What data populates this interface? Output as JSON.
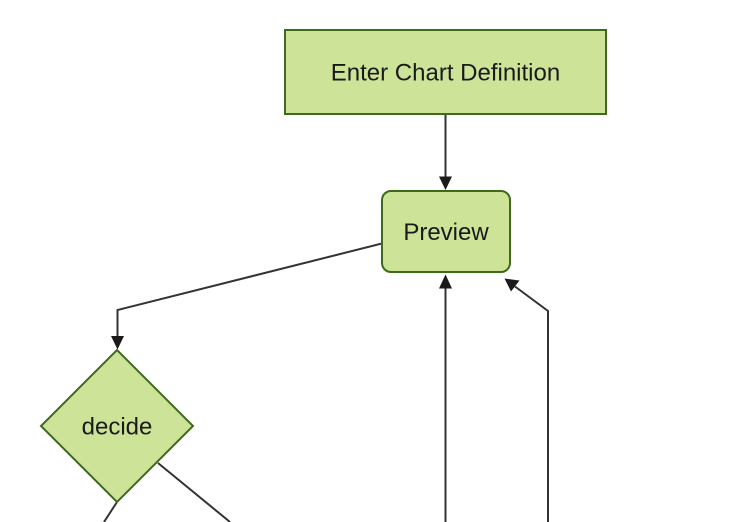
{
  "diagram": {
    "kind": "flowchart",
    "background": "#ffffff",
    "colors": {
      "node_fill": "#cde498",
      "node_border": "#3e6a1e",
      "edge_line": "#333333",
      "arrowhead": "#1a1a1a",
      "label_text": "#1a1a1a"
    },
    "nodes": [
      {
        "id": "enter-chart-definition",
        "label": "Enter Chart Definition",
        "shape": "rectangle"
      },
      {
        "id": "preview",
        "label": "Preview",
        "shape": "rounded-rectangle"
      },
      {
        "id": "decide",
        "label": "decide",
        "shape": "diamond"
      }
    ],
    "edges": [
      {
        "from": "enter-chart-definition",
        "to": "preview",
        "arrow": true
      },
      {
        "from": "preview",
        "to": "decide",
        "arrow": true
      },
      {
        "from": "offscreen-bottom",
        "to": "preview",
        "arrow": true
      },
      {
        "from": "offscreen-bottom-right",
        "to": "preview",
        "arrow": true
      },
      {
        "from": "decide",
        "to": "offscreen-bottom-left",
        "arrow": false
      },
      {
        "from": "decide",
        "to": "offscreen-bottom-right",
        "arrow": false
      }
    ]
  }
}
